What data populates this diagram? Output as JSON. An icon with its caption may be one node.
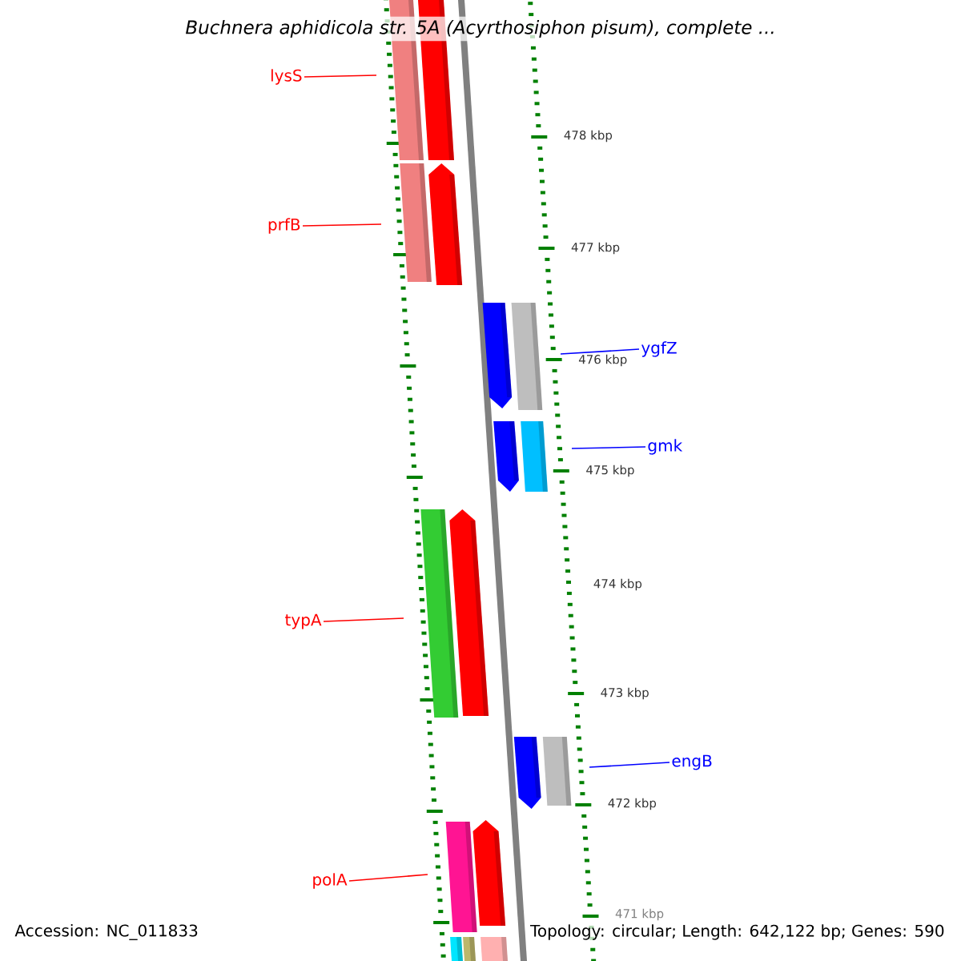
{
  "diagram": {
    "title": "Buchnera aphidicola str. 5A (Acyrthosiphon pisum), complete ...",
    "nodes": [
      {
        "text": [
          "lysS"
        ]
      },
      {
        "text": [
          "prfB"
        ]
      },
      {
        "text": [
          "ygfZ"
        ]
      },
      {
        "text": [
          "gmk"
        ]
      },
      {
        "text": [
          "typA"
        ]
      },
      {
        "text": [
          "engB"
        ]
      },
      {
        "text": [
          "polA"
        ]
      }
    ],
    "edges": [
      {
        "from": 0,
        "to": null,
        "arrow": "none"
      },
      {
        "from": 1,
        "to": null,
        "arrow": "none"
      },
      {
        "from": 2,
        "to": null,
        "arrow": "none",
        "color": "#0000ff"
      },
      {
        "from": 3,
        "to": null,
        "arrow": "none",
        "color": "#0000ff"
      },
      {
        "from": 4,
        "to": null,
        "arrow": "none"
      },
      {
        "from": 5,
        "to": null,
        "arrow": "none",
        "color": "#0000ff"
      },
      {
        "from": 6,
        "to": null,
        "arrow": "none"
      }
    ],
    "labels": [
      "478 kbp",
      "477 kbp",
      "476 kbp",
      "475 kbp",
      "474 kbp",
      "473 kbp",
      "472 kbp",
      "471 kbp",
      "Accession: NC_011833",
      "Topology: circular; Length: 642,122 bp; Genes: 590"
    ]
  }
}
